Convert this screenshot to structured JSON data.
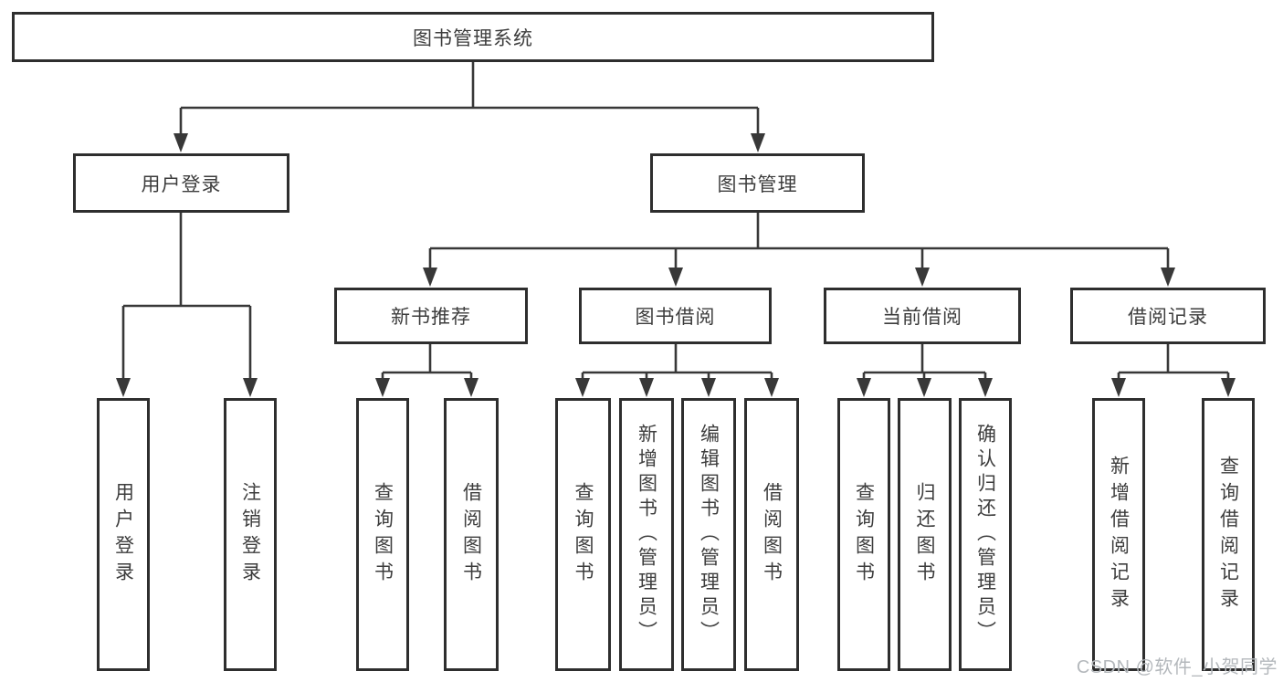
{
  "diagram": {
    "type": "hierarchy-tree",
    "colors": {
      "line": "#383838",
      "box_border": "#2e2e2e",
      "text": "#3d3d3d",
      "background": "#ffffff"
    },
    "root": {
      "label": "图书管理系统"
    },
    "branches": [
      {
        "label": "用户登录",
        "children": [
          {
            "label": "用户登录"
          },
          {
            "label": "注销登录"
          }
        ]
      },
      {
        "label": "图书管理",
        "children": [
          {
            "label": "新书推荐",
            "children": [
              {
                "label": "查询图书"
              },
              {
                "label": "借阅图书"
              }
            ]
          },
          {
            "label": "图书借阅",
            "children": [
              {
                "label": "查询图书"
              },
              {
                "label": "新增图书（管理员）"
              },
              {
                "label": "编辑图书（管理员）"
              },
              {
                "label": "借阅图书"
              }
            ]
          },
          {
            "label": "当前借阅",
            "children": [
              {
                "label": "查询图书"
              },
              {
                "label": "归还图书"
              },
              {
                "label": "确认归还（管理员）"
              }
            ]
          },
          {
            "label": "借阅记录",
            "children": [
              {
                "label": "新增借阅记录"
              },
              {
                "label": "查询借阅记录"
              }
            ]
          }
        ]
      }
    ]
  },
  "watermark": {
    "text": "CSDN @软件_小贺同学"
  }
}
